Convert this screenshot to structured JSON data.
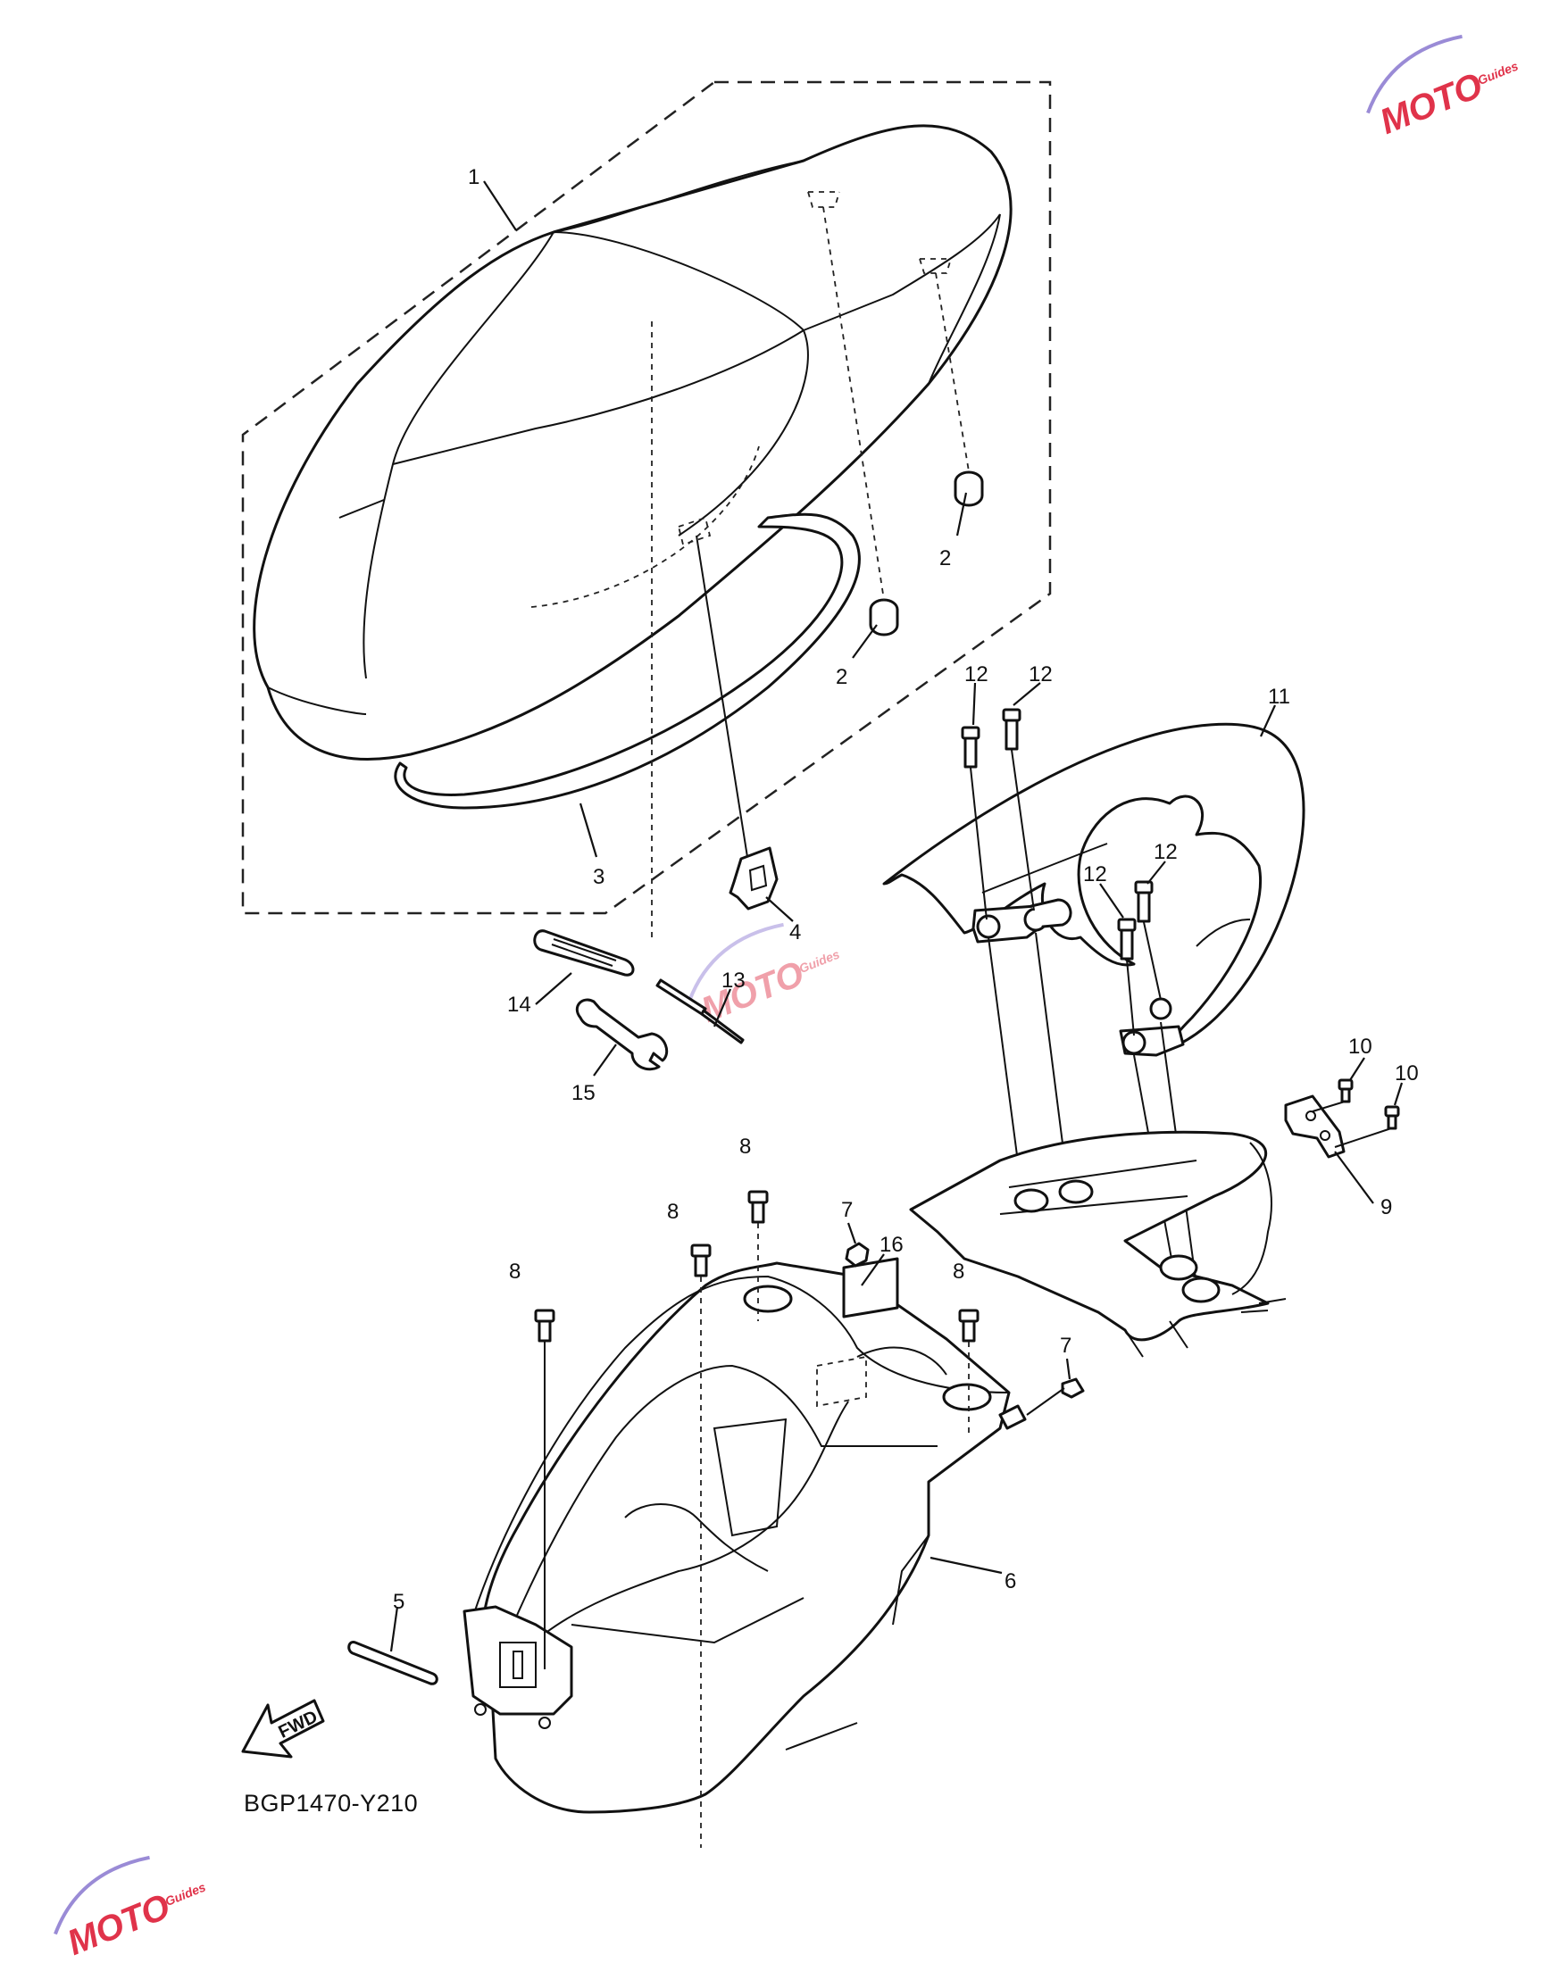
{
  "diagram_code": "BGP1470-Y210",
  "direction_label": "FWD",
  "watermark": {
    "brand": "MOTO",
    "sub": "Guides",
    "color_primary": "#e0334a",
    "color_secondary": "#9a8bd6"
  },
  "callouts": [
    "1",
    "2",
    "2",
    "3",
    "4",
    "5",
    "6",
    "7",
    "7",
    "8",
    "8",
    "8",
    "8",
    "9",
    "10",
    "10",
    "11",
    "12",
    "12",
    "12",
    "12",
    "13",
    "14",
    "15",
    "16"
  ],
  "parts": [
    {
      "id": "seat",
      "callout": "1"
    },
    {
      "id": "seat-damper",
      "callout": "2"
    },
    {
      "id": "seat-seal-band",
      "callout": "3"
    },
    {
      "id": "seat-lock-catch",
      "callout": "4"
    },
    {
      "id": "pin",
      "callout": "5"
    },
    {
      "id": "luggage-box",
      "callout": "6"
    },
    {
      "id": "nut",
      "callout": "7"
    },
    {
      "id": "flange-bolt",
      "callout": "8"
    },
    {
      "id": "seat-hinge",
      "callout": "9"
    },
    {
      "id": "hinge-bolt",
      "callout": "10"
    },
    {
      "id": "grab-bar",
      "callout": "11"
    },
    {
      "id": "grab-bar-bolt",
      "callout": "12"
    },
    {
      "id": "tool-screwdriver",
      "callout": "13"
    },
    {
      "id": "tool-handle",
      "callout": "14"
    },
    {
      "id": "tool-wrench",
      "callout": "15"
    },
    {
      "id": "label-sticker",
      "callout": "16"
    }
  ]
}
